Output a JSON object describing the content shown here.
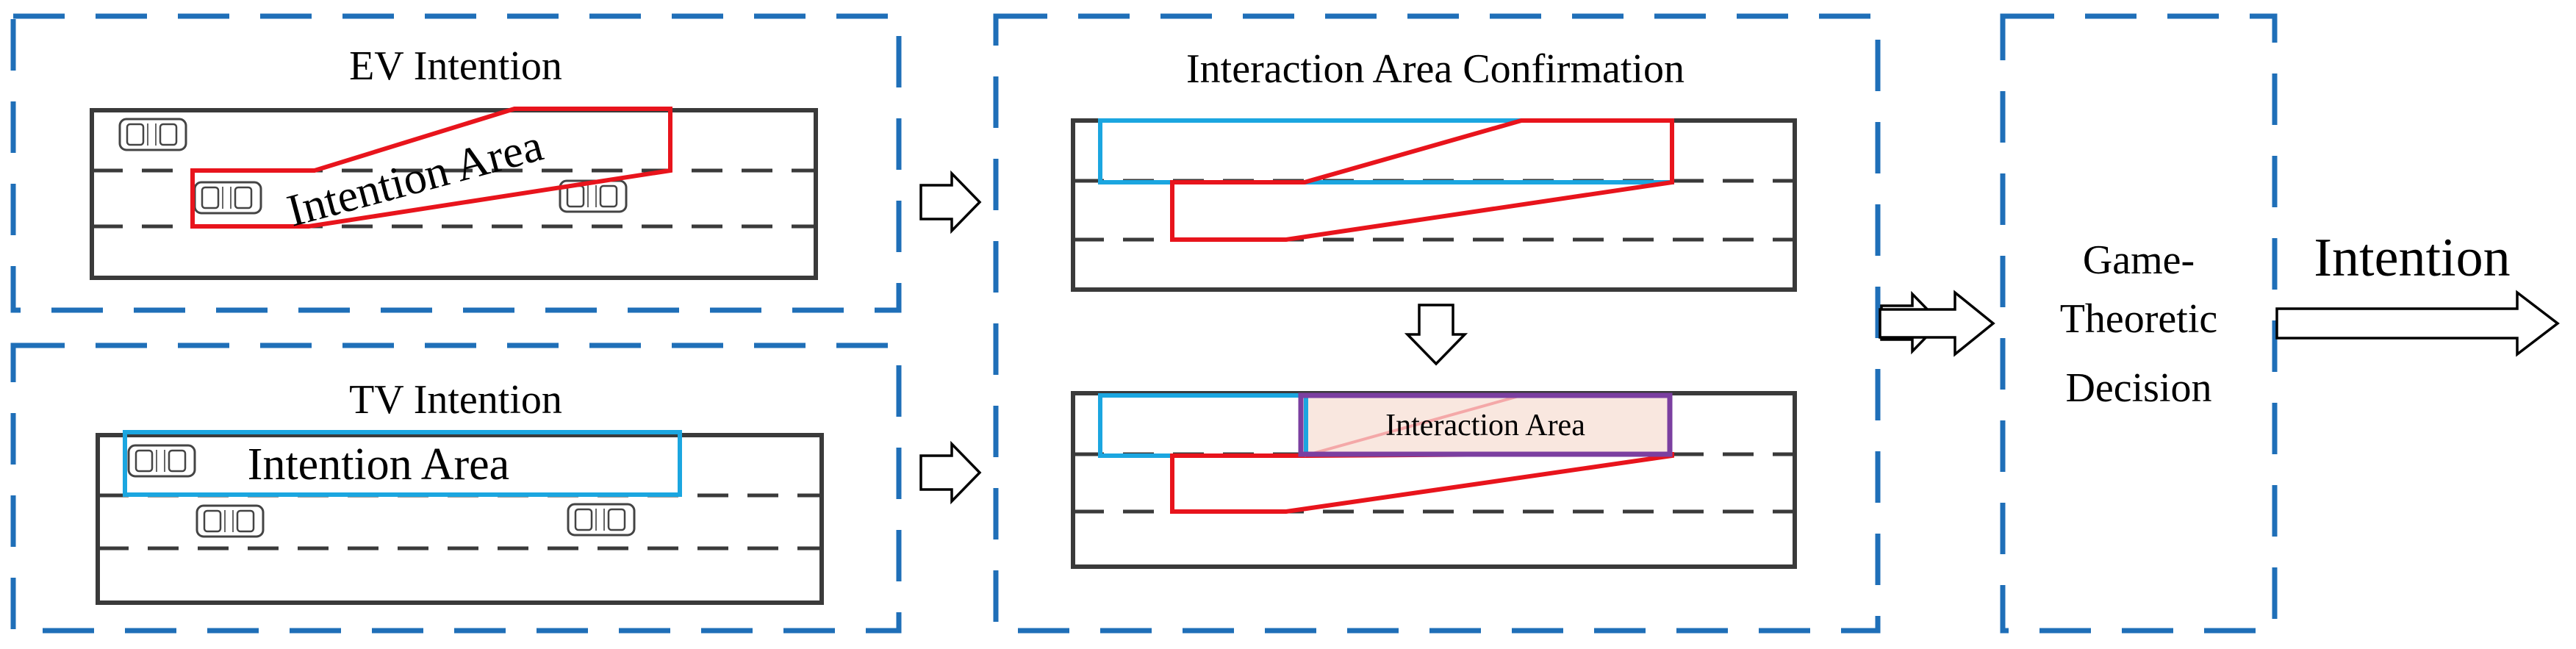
{
  "panels": {
    "ev_intention": {
      "title": "EV Intention",
      "area_label": "Intention Area"
    },
    "tv_intention": {
      "title": "TV Intention",
      "area_label": "Intention Area"
    },
    "confirmation": {
      "title": "Interaction Area Confirmation",
      "area_label": "Interaction Area"
    },
    "decision": {
      "line1": "Game-",
      "line2": "Theoretic",
      "line3": "Decision"
    }
  },
  "output": {
    "label": "Intention"
  },
  "colors": {
    "frame": "#1F6FB8",
    "road": "#3a3a3a",
    "ev_area": "#E8141C",
    "tv_area": "#1BA6E0",
    "interaction_area": "#7B3FA0",
    "interaction_fill": "#F9E7DF"
  },
  "icons": [
    "car-icon",
    "hollow-arrow-icon"
  ]
}
